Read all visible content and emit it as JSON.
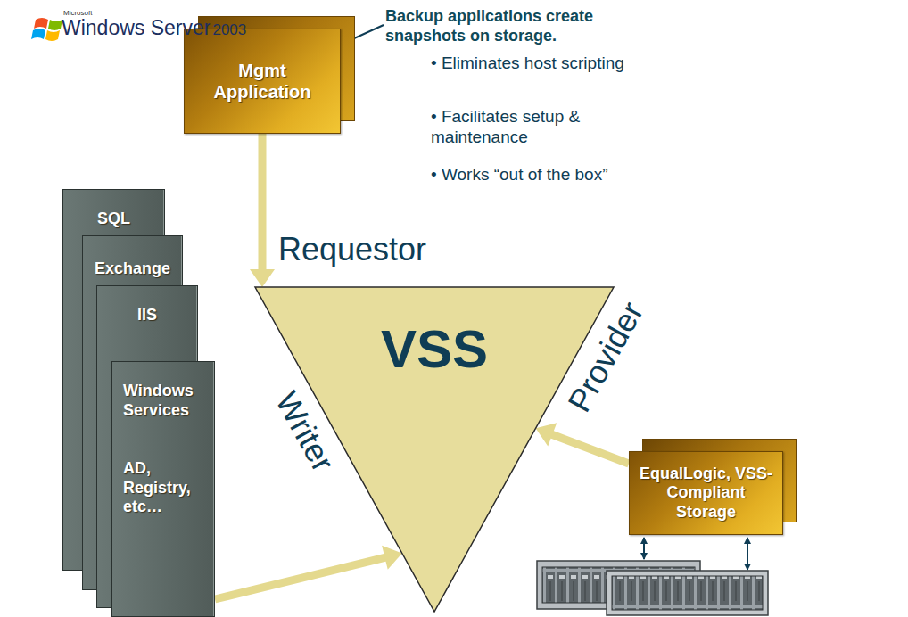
{
  "diagram": {
    "nodes": [
      {
        "text": [
          "Mgmt Application"
        ]
      },
      {
        "text": [
          "SQL"
        ]
      },
      {
        "text": [
          "Exchange"
        ]
      },
      {
        "text": [
          "IIS"
        ]
      },
      {
        "text": [
          "Windows Services",
          "AD, Registry, etc…"
        ]
      },
      {
        "text": [
          "VSS"
        ]
      },
      {
        "text": [
          "EqualLogic, VSS-Compliant Storage"
        ]
      }
    ],
    "edges": [
      {
        "from": 0,
        "to": 5,
        "arrow": "to"
      },
      {
        "from": 4,
        "to": 5,
        "arrow": "to"
      },
      {
        "from": 6,
        "to": 5,
        "arrow": "to"
      }
    ],
    "labels": [
      "Microsoft",
      "Windows Server",
      "2003",
      "Backup applications create snapshots on storage.",
      "• Eliminates host scripting",
      "• Facilitates setup & maintenance",
      "• Works “out of the box”",
      "Requestor",
      "Writer",
      "Provider"
    ]
  }
}
